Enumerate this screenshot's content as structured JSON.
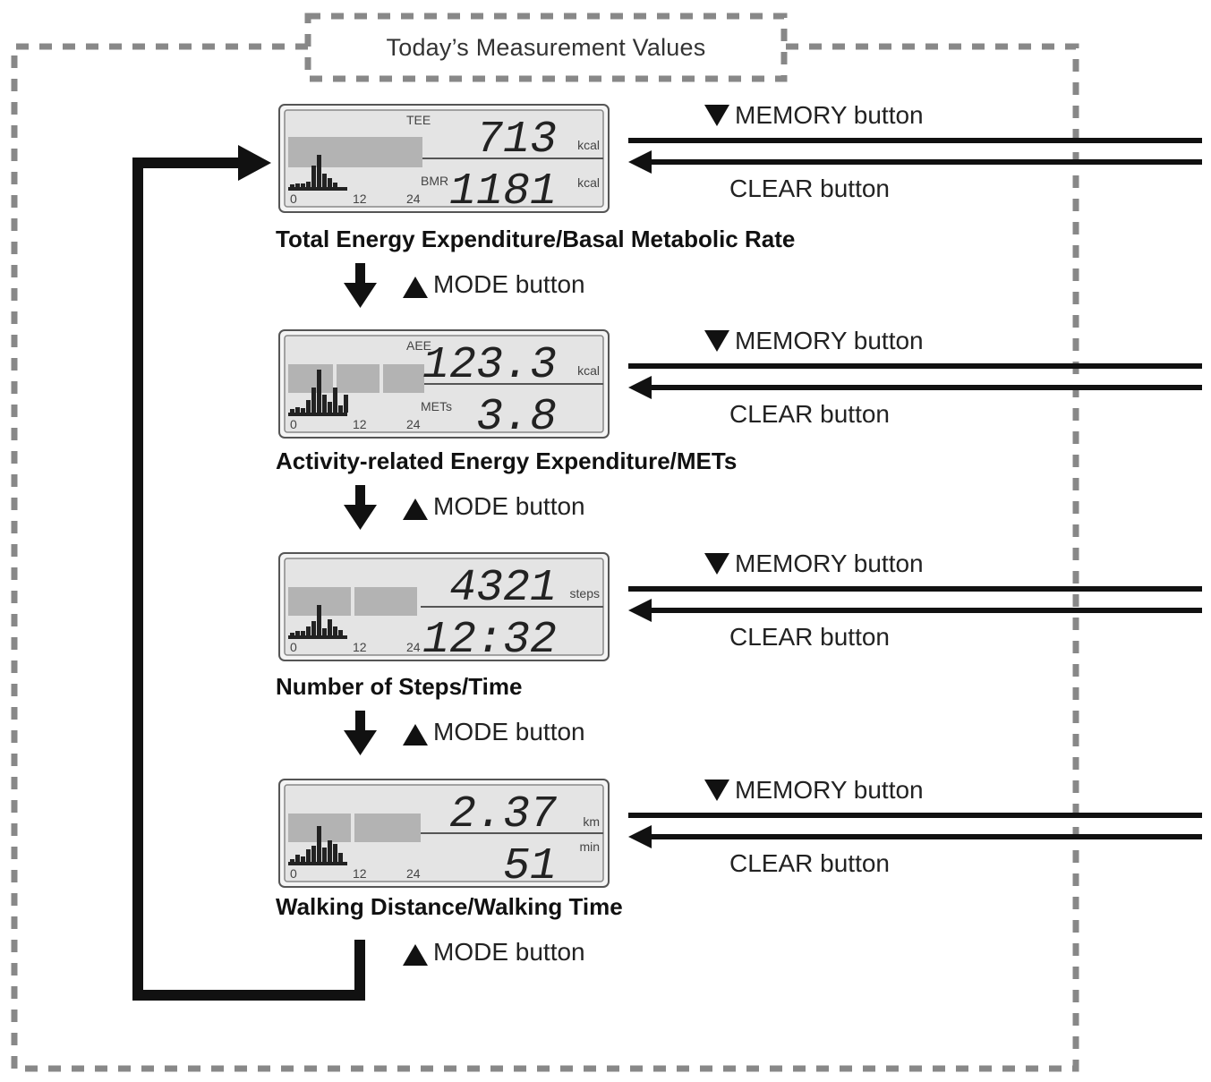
{
  "title": "Today’s Measurement Values",
  "screens": [
    {
      "caption": "Total Energy Expenditure/Basal Metabolic Rate",
      "top_label": "TEE",
      "top_value": "713",
      "top_unit": "kcal",
      "bottom_label": "BMR",
      "bottom_value": "1181",
      "bottom_unit": "kcal",
      "axis": [
        "0",
        "12",
        "24"
      ]
    },
    {
      "caption": "Activity-related Energy Expenditure/METs",
      "top_label": "AEE",
      "top_value": "123.3",
      "top_unit": "kcal",
      "bottom_label": "METs",
      "bottom_value": "3.8",
      "bottom_unit": "",
      "axis": [
        "0",
        "12",
        "24"
      ]
    },
    {
      "caption": "Number of Steps/Time",
      "top_label": "",
      "top_value": "4321",
      "top_unit": "steps",
      "bottom_label": "",
      "bottom_value": "12:32",
      "bottom_unit": "",
      "axis": [
        "0",
        "12",
        "24"
      ]
    },
    {
      "caption": "Walking Distance/Walking Time",
      "top_label": "",
      "top_value": "2.37",
      "top_unit": "km",
      "bottom_label": "",
      "bottom_value": "51",
      "bottom_unit": "min",
      "axis": [
        "0",
        "12",
        "24"
      ]
    }
  ],
  "buttons": {
    "memory": "MEMORY button",
    "clear": "CLEAR button",
    "mode": "MODE button"
  },
  "colors": {
    "lcd_bg": "#e4e4e4",
    "lcd_bar": "#b3b3b3",
    "dashed_border": "#888888",
    "arrow": "#111111"
  }
}
